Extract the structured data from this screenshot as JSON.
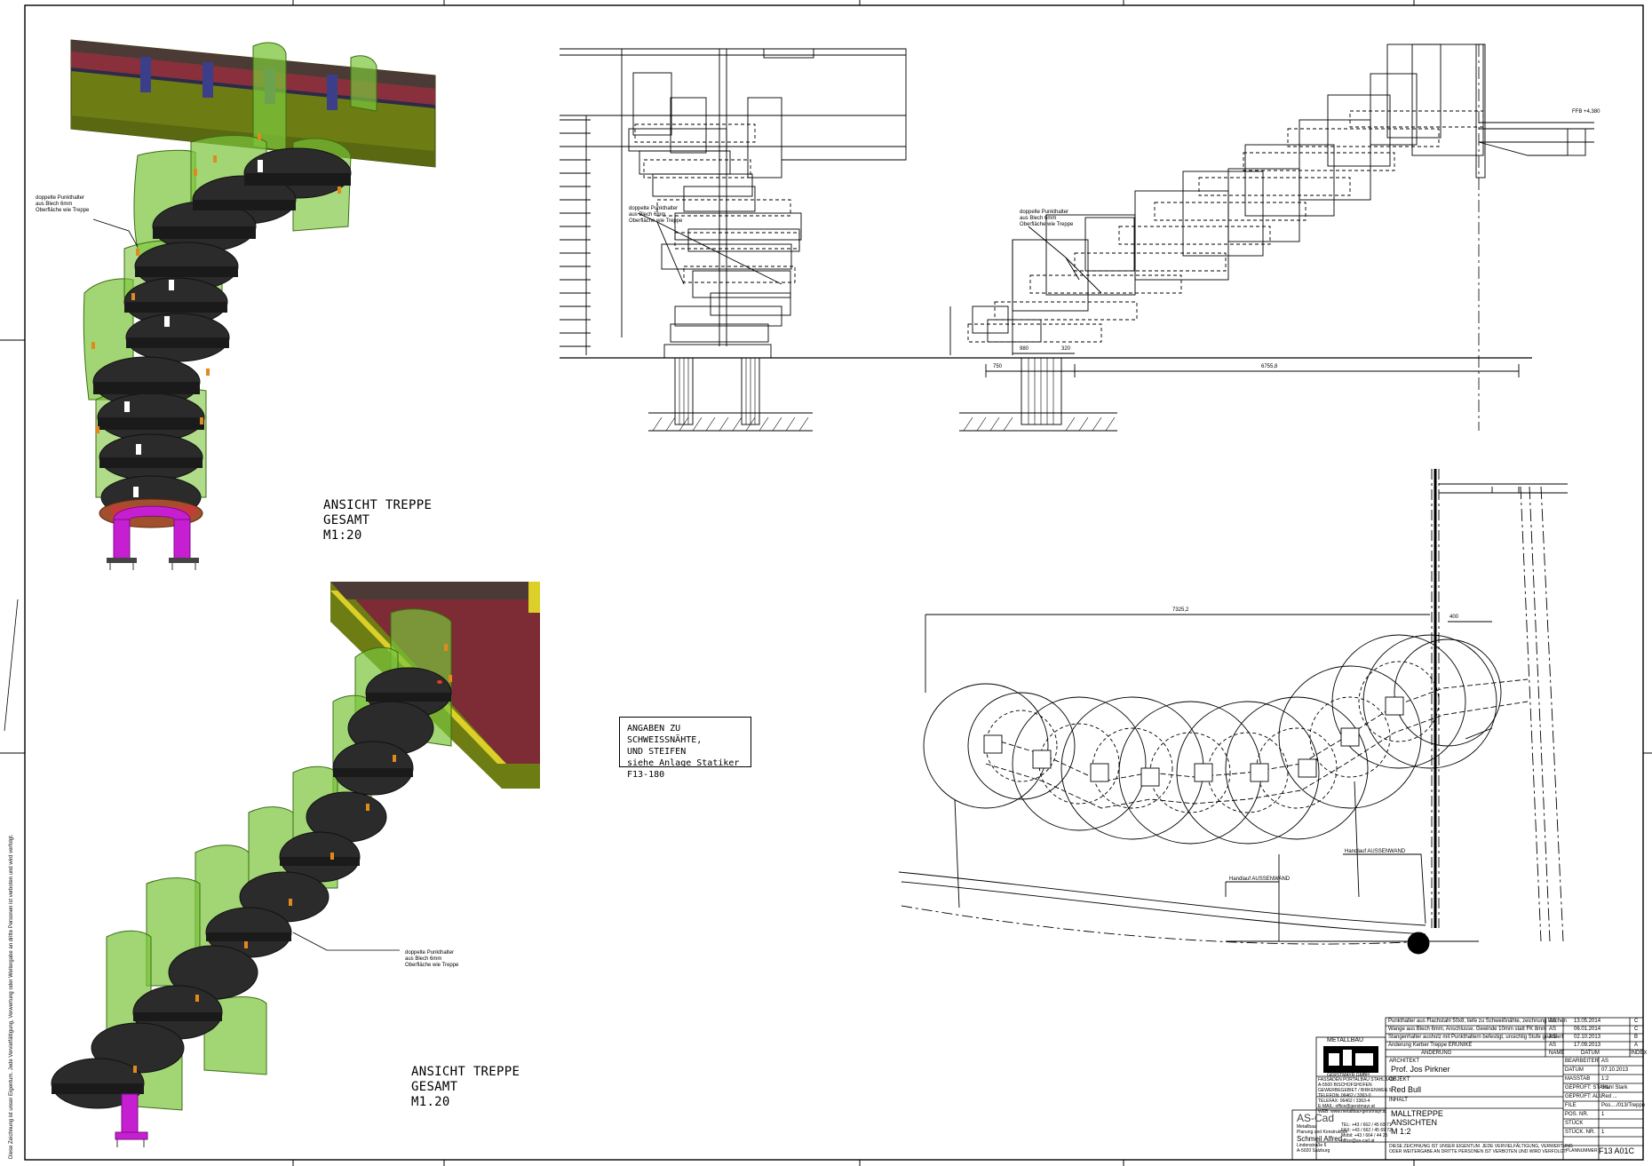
{
  "views": {
    "top_title": [
      "ANSICHT TREPPE",
      "GESAMT",
      "M1:20"
    ],
    "bottom_title": [
      "ANSICHT TREPPE",
      "GESAMT",
      "M1.20"
    ]
  },
  "annotations": {
    "top_holder": [
      "doppelte Punkthalter",
      "aus Blech 6mm",
      "Oberfläche wie Treppe"
    ],
    "bottom_holder": [
      "doppelte Punkthalter",
      "aus Blech 6mm",
      "Oberfläche wie Treppe"
    ],
    "elev_left_holder": [
      "doppelte Punkthalter",
      "aus Blech 6mm",
      "Oberfläche wie Treppe"
    ],
    "elev_right_holder": [
      "doppelte Punkthalter",
      "aus Blech 6mm",
      "Oberfläche wie Treppe"
    ],
    "plan_handlauf_1": "Handlauf AUSSENWAND",
    "plan_handlauf_2": "Handlauf AUSSENWAND",
    "plan_dim_total": "7325,2",
    "plan_dim_right": "400",
    "elev_dim_bottom": "6755,8",
    "elev_dim_a": "750",
    "elev_dim_b": "980",
    "elev_dim_c": "320",
    "elev_level": "FFB +4,380"
  },
  "weld_note": [
    "ANGABEN ZU SCHWEISSNÄHTE,",
    "UND STEIFEN",
    "siehe Anlage Statiker F13-180"
  ],
  "side_note": "Diese Zeichnung ist unser Eigentum. Jede Vervielfältigung, Verwertung oder Weitergabe an dritte Personen ist verboten und wird verfolgt.",
  "title_block": {
    "revisions": [
      {
        "text": "Punkthalter aus Flachstahl 50x8, tiefe zu Schweißnähte, zeichnung löschen",
        "by": "AS",
        "date": "13.05.2014",
        "idx": "C"
      },
      {
        "text": "Wange aus Blech 6mm, Anschlusse. Gewinde 10mm statt FK 8mm",
        "by": "AS",
        "date": "06.01.2014",
        "idx": "C"
      },
      {
        "text": "Stangenhalter ausholz mit Punkthaltern befestigt, unsichtig Stufe geändert",
        "by": "AS",
        "date": "02.10.2013",
        "idx": "B"
      },
      {
        "text": "Änderung Kerber Treppe ERÜNIKE",
        "by": "AS",
        "date": "17.09.2013",
        "idx": "A"
      }
    ],
    "revision_header": [
      "ÄNDERUNG",
      "NAME",
      "DATUM",
      "INDEX"
    ],
    "company": "METALLBAU",
    "company_sub": "GERSTMAYR GMBH",
    "company_address": [
      "FASSADEN  PORTALBAU  STAHLBAU",
      "A-5500 BISCHOFSHOFEN",
      "GEWERBEGEBIET / BIRKENWEG 5",
      "TELEFON: 06462 / 3363-0",
      "TELEFAX: 06462 / 3363-4",
      "E-MAIL: office@gerstmayr.at",
      "WEB: www.metallbau-gerstmayr.at"
    ],
    "architekt_label": "ARCHITEKT",
    "architekt": "Prof. Jos Pirkner",
    "objekt_label": "OBJEKT",
    "objekt": "Red Bull",
    "inhalt_label": "INHALT",
    "inhalt": [
      "MALLTREPPE",
      "ANSICHTEN",
      "M 1:2"
    ],
    "fields": [
      {
        "k": "BEARBEITER",
        "v": "AS"
      },
      {
        "k": "DATUM",
        "v": "07.10.2013"
      },
      {
        "k": "MASSTAB",
        "v": "1:2"
      },
      {
        "k": "GEPRÜFT: STAHL",
        "v": "Stahl Stark"
      },
      {
        "k": "GEPRÜFT: ALU",
        "v": "Red ..."
      },
      {
        "k": "FILE",
        "v": "Pos..../013/Treppe"
      },
      {
        "k": "POS. NR.",
        "v": "1"
      },
      {
        "k": "STÜCK",
        "v": ""
      },
      {
        "k": "STÜCK. NR.",
        "v": "1"
      }
    ],
    "ascad": "AS-Cad",
    "ascad_lines": [
      "Metallbau",
      "Planung und Konstruktion",
      "Schmeil Alfred",
      "Lindenstraße 6",
      "A-5020 Salzburg"
    ],
    "ascad_contact": [
      "TEL: +43 / 662 / 45 69 71",
      "FAX: +43 / 662 / 45 69 72",
      "Mobil: +43 / 664 / 44 25",
      "office@as-cad.at"
    ],
    "disclaimer": [
      "DIESE ZEICHNUNG IST UNSER EIGENTUM. JEDE VERVIELFÄLTIGUNG, VERWERTUNG",
      "ODER WEITERGABE AN DRITTE PERSONEN IST VERBOTEN UND WIRD VERFOLGT."
    ],
    "planummer_label": "PLANNUMMER",
    "planummer": "F13 A01C"
  }
}
